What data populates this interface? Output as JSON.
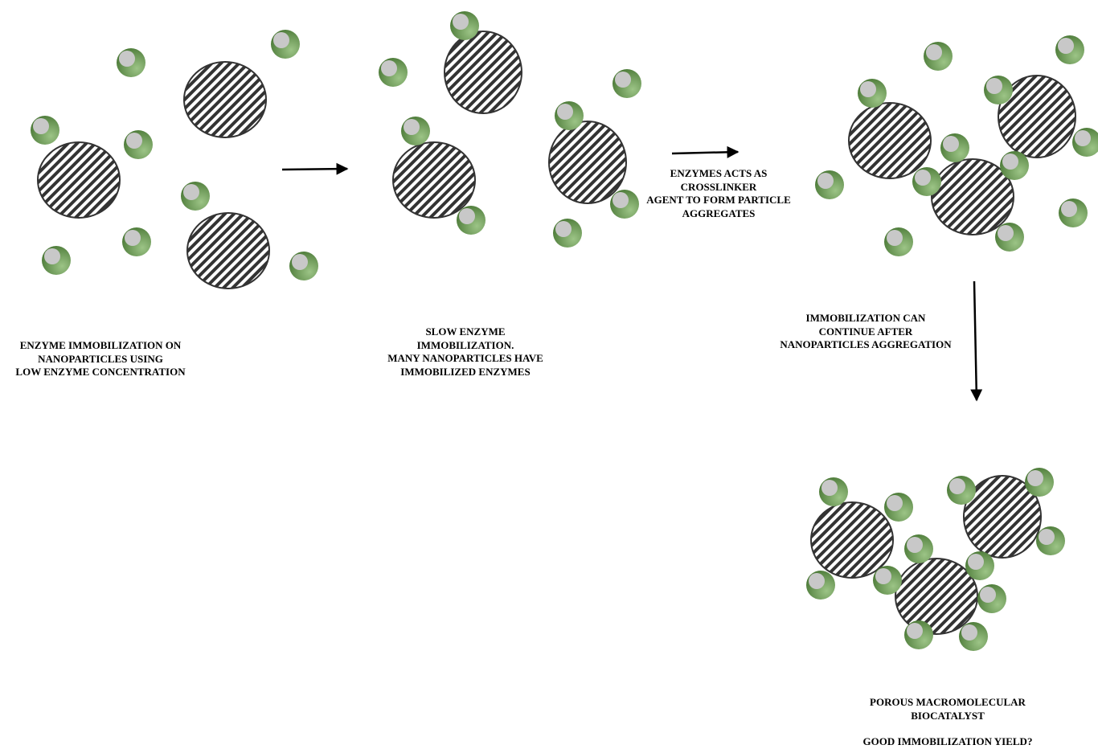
{
  "stages": [
    {
      "id": "stage-1",
      "lines": [
        "ENZYME IMMOBILIZATION ON",
        "NANOPARTICLES USING",
        "LOW ENZYME CONCENTRATION"
      ]
    },
    {
      "id": "stage-2",
      "lines": [
        "SLOW ENZYME",
        "IMMOBILIZATION.",
        "MANY NANOPARTICLES HAVE",
        "IMMOBILIZED ENZYMES"
      ]
    },
    {
      "id": "crosslinker",
      "lines": [
        "ENZYMES ACTS AS",
        "CROSSLINKER",
        "AGENT TO FORM PARTICLE",
        "AGGREGATES"
      ]
    },
    {
      "id": "continue",
      "lines": [
        "IMMOBILIZATION CAN",
        "CONTINUE AFTER",
        "NANOPARTICLES AGGREGATION"
      ]
    },
    {
      "id": "result",
      "lines": [
        "POROUS MACROMOLECULAR",
        "BIOCATALYST",
        "",
        "GOOD IMMOBILIZATION YIELD?"
      ]
    }
  ],
  "colors": {
    "enzyme_dark": "#4e7c3a",
    "enzyme_light": "#9cc486",
    "enzyme_pocket": "#c8c8c8",
    "particle_stroke": "#333333",
    "arrow": "#000000"
  }
}
